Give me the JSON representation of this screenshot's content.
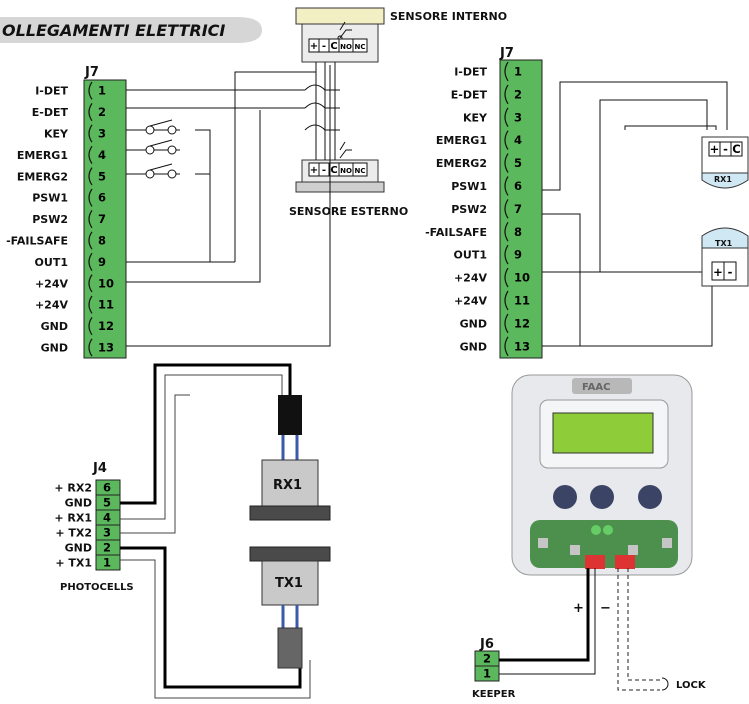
{
  "title": "OLLEGAMENTI ELETTRICI",
  "left_block": {
    "header": "J7",
    "labels": [
      "I-DET",
      "E-DET",
      "KEY",
      "EMERG1",
      "EMERG2",
      "PSW1",
      "PSW2",
      "-FAILSAFE",
      "OUT1",
      "+24V",
      "+24V",
      "GND",
      "GND"
    ],
    "pins": [
      "1",
      "2",
      "3",
      "4",
      "5",
      "6",
      "7",
      "8",
      "9",
      "10",
      "11",
      "12",
      "13"
    ]
  },
  "right_block": {
    "header": "J7",
    "labels": [
      "I-DET",
      "E-DET",
      "KEY",
      "EMERG1",
      "EMERG2",
      "PSW1",
      "PSW2",
      "-FAILSAFE",
      "OUT1",
      "+24V",
      "+24V",
      "GND",
      "GND"
    ],
    "pins": [
      "1",
      "2",
      "3",
      "4",
      "5",
      "6",
      "7",
      "8",
      "9",
      "10",
      "11",
      "12",
      "13"
    ]
  },
  "sensors": {
    "internal_label": "SENSORE INTERNO",
    "external_label": "SENSORE ESTERNO",
    "terminals": [
      "+",
      "-",
      "C",
      "NO",
      "NC"
    ]
  },
  "rx1_small": {
    "name": "RX1",
    "terminals": [
      "+",
      "-",
      "C"
    ]
  },
  "tx1_small": {
    "name": "TX1",
    "terminals": [
      "+",
      "-"
    ]
  },
  "j4": {
    "header": "J4",
    "labels": [
      "+ RX2",
      "GND",
      "+ RX1",
      "+ TX2",
      "GND",
      "+ TX1"
    ],
    "pins": [
      "6",
      "5",
      "4",
      "3",
      "2",
      "1"
    ],
    "caption": "PHOTOCELLS"
  },
  "photocells": {
    "rx": "RX1",
    "tx": "TX1"
  },
  "controller": {
    "brand": "FAAC",
    "plus": "+",
    "minus": "−"
  },
  "j6": {
    "header": "J6",
    "pins": [
      "2",
      "1"
    ],
    "caption": "KEEPER",
    "lock": "LOCK"
  },
  "colors": {
    "terminal_green": "#5cb85c",
    "title_band": "#d6d6d6",
    "sensor_top": "#f3efc4",
    "tx_cap": "#cfe8f4",
    "lcd": "#8fcc3a"
  }
}
